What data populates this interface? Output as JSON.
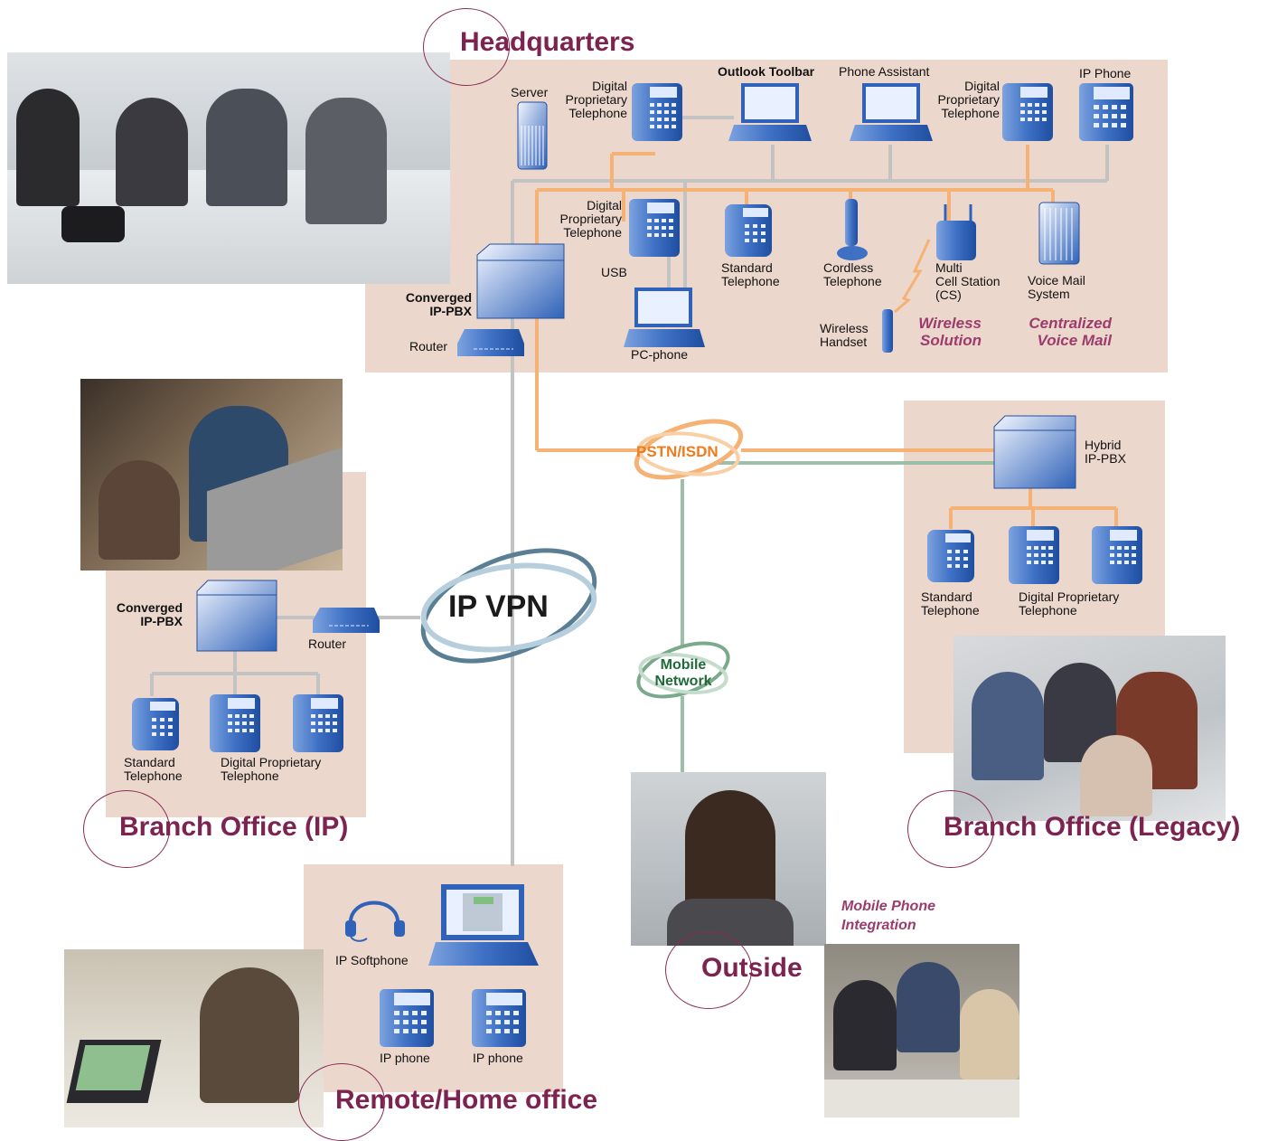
{
  "colors": {
    "title": "#7d2350",
    "panel": "#ecd7cd",
    "ip_line": "#c3c3c3",
    "pstn_line": "#f5b274",
    "mobile_line": "#9cbfa7",
    "pstn_text": "#f07a1c",
    "mobile_text": "#1e6a38",
    "device_blue": "#3e70c4"
  },
  "sections": {
    "headquarters": "Headquarters",
    "branch_ip": "Branch Office (IP)",
    "branch_legacy": "Branch Office (Legacy)",
    "remote": "Remote/Home office",
    "outside": "Outside"
  },
  "networks": {
    "ip_vpn": "IP VPN",
    "pstn": "PSTN/ISDN",
    "mobile": "Mobile\nNetwork"
  },
  "headquarters": {
    "server": "Server",
    "digital_phone_1": "Digital\nProprietary\nTelephone",
    "outlook_toolbar": "Outlook Toolbar",
    "phone_assistant": "Phone Assistant",
    "digital_phone_2": "Digital\nProprietary\nTelephone",
    "ip_phone": "IP Phone",
    "digital_phone_3": "Digital\nProprietary\nTelephone",
    "usb": "USB",
    "standard_phone": "Standard\nTelephone",
    "cordless_phone": "Cordless\nTelephone",
    "multi_cell": "Multi\nCell Station\n(CS)",
    "voice_mail": "Voice Mail\nSystem",
    "converged_pbx": "Converged\nIP-PBX",
    "router": "Router",
    "pc_phone": "PC-phone",
    "wireless_handset": "Wireless\nHandset",
    "wireless_solution": "Wireless\nSolution",
    "centralized_vm": "Centralized\nVoice Mail"
  },
  "branch_ip": {
    "converged_pbx": "Converged\nIP-PBX",
    "router": "Router",
    "standard_phone": "Standard\nTelephone",
    "digital_phone": "Digital Proprietary\nTelephone"
  },
  "branch_legacy": {
    "hybrid_pbx": "Hybrid\nIP-PBX",
    "standard_phone": "Standard\nTelephone",
    "digital_phone": "Digital Proprietary\nTelephone"
  },
  "remote": {
    "softphone": "IP Softphone",
    "ip_phone_1": "IP phone",
    "ip_phone_2": "IP phone"
  },
  "outside": {
    "mobile_integration": "Mobile Phone\nIntegration"
  }
}
